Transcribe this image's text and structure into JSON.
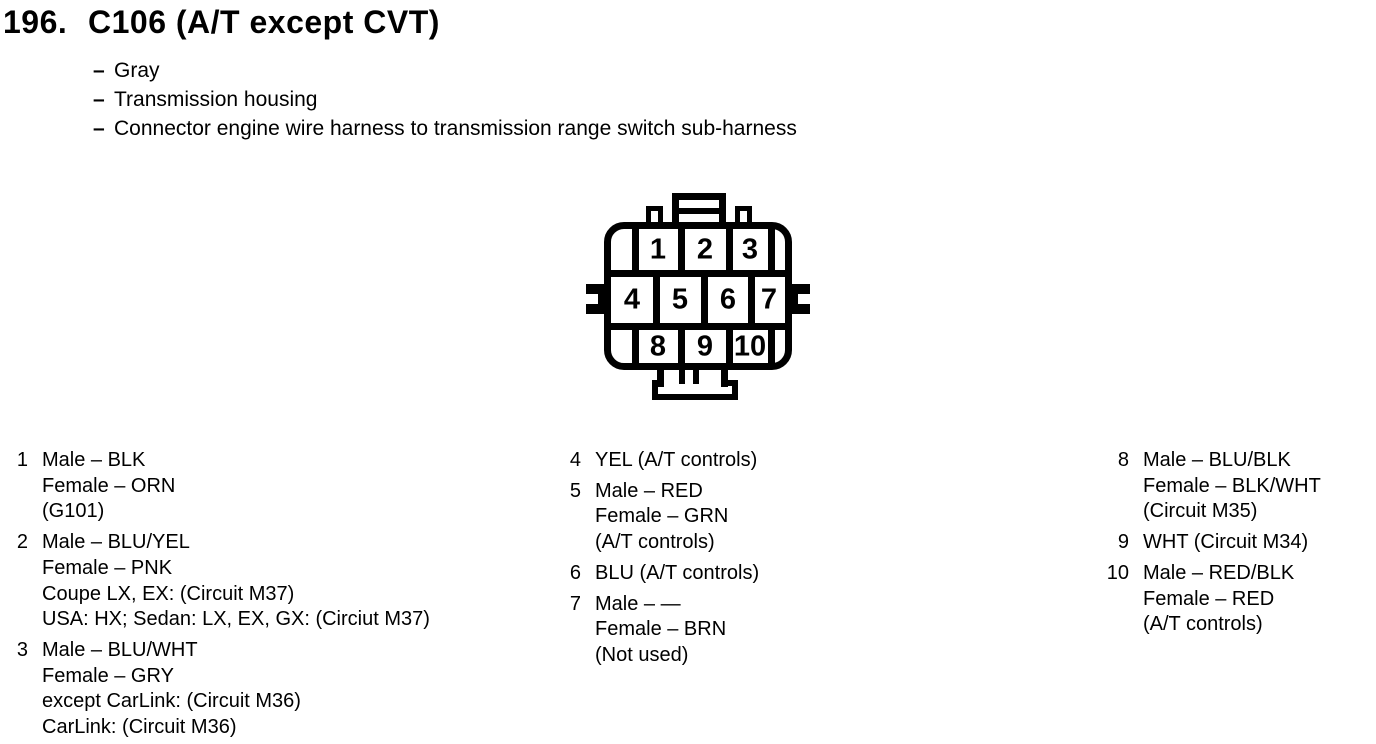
{
  "page": {
    "number": "196.",
    "title": "C106 (A/T except CVT)",
    "bullet_dash": "–",
    "bullets": [
      "Gray",
      "Transmission housing",
      "Connector engine wire harness to transmission range switch sub-harness"
    ]
  },
  "connector": {
    "name": "C106",
    "rows": [
      {
        "pins": [
          "1",
          "2",
          "3"
        ]
      },
      {
        "pins": [
          "4",
          "5",
          "6",
          "7"
        ]
      },
      {
        "pins": [
          "8",
          "9",
          "10"
        ]
      }
    ]
  },
  "pin_list": {
    "columns": [
      {
        "items": [
          {
            "number": "1",
            "lines": [
              "Male – BLK",
              "Female – ORN",
              "(G101)"
            ]
          },
          {
            "number": "2",
            "lines": [
              "Male – BLU/YEL",
              "Female – PNK",
              "Coupe LX, EX: (Circuit M37)",
              "USA: HX; Sedan: LX, EX, GX: (Circiut M37)"
            ]
          },
          {
            "number": "3",
            "lines": [
              "Male – BLU/WHT",
              "Female – GRY",
              "except CarLink: (Circuit M36)",
              "CarLink: (Circuit M36)"
            ]
          }
        ]
      },
      {
        "items": [
          {
            "number": "4",
            "lines": [
              "YEL (A/T controls)"
            ]
          },
          {
            "number": "5",
            "lines": [
              "Male – RED",
              "Female – GRN",
              "(A/T controls)"
            ]
          },
          {
            "number": "6",
            "lines": [
              "BLU (A/T controls)"
            ]
          },
          {
            "number": "7",
            "lines": [
              "Male – —",
              "Female – BRN",
              "(Not used)"
            ]
          }
        ]
      },
      {
        "items": [
          {
            "number": "8",
            "lines": [
              "Male – BLU/BLK",
              "Female – BLK/WHT",
              "(Circuit M35)"
            ]
          },
          {
            "number": "9",
            "lines": [
              "WHT (Circuit M34)"
            ]
          },
          {
            "number": "10",
            "lines": [
              "Male – RED/BLK",
              "Female – RED",
              "(A/T controls)"
            ]
          }
        ]
      }
    ]
  },
  "colors": {
    "ink": "#000000",
    "paper": "#ffffff"
  }
}
